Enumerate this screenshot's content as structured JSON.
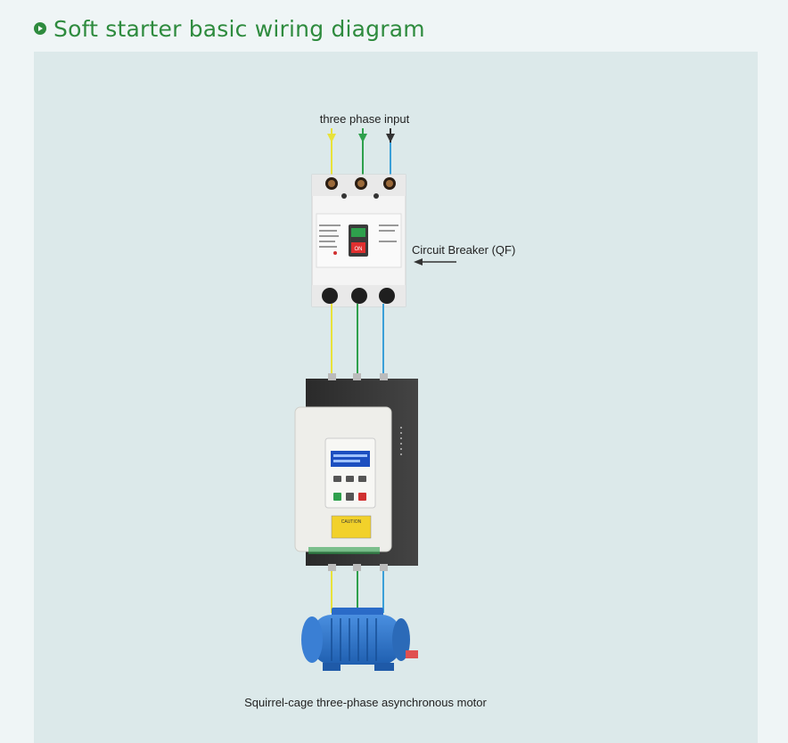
{
  "header": {
    "title": "Soft starter basic wiring diagram",
    "icon": "play-circle-icon"
  },
  "diagram": {
    "input_label": "three phase input",
    "breaker_label": "Circuit Breaker (QF)",
    "motor_label": "Squirrel-cage three-phase asynchronous motor",
    "breaker_button_label": "ON",
    "starter_caution_label": "CAUTION",
    "wire_colors": {
      "L1": "#e8e23a",
      "L2": "#2ea04c",
      "L3": "#3a9fd8"
    }
  }
}
